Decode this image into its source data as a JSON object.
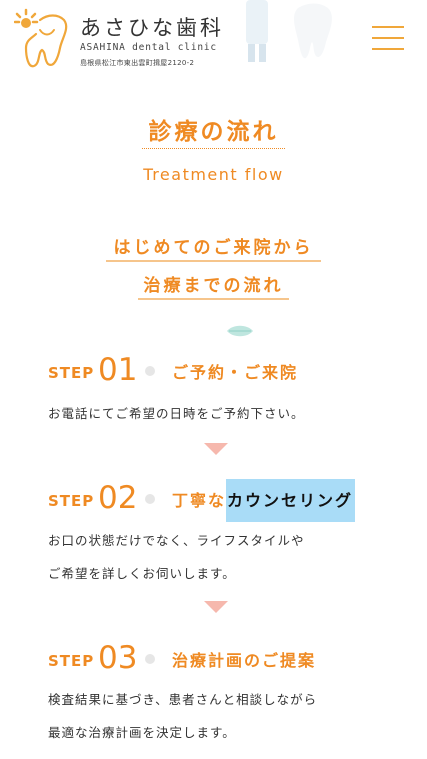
{
  "header": {
    "clinic_name": "あさひな歯科",
    "clinic_name_en": "ASAHINA dental clinic",
    "address": "島根県松江市東出雲町揖屋2120-2",
    "logo_icon": "sun-tooth-logo-icon",
    "menu_icon": "hamburger-menu-icon",
    "accent_color": "#ef8a23"
  },
  "page": {
    "title": "診療の流れ",
    "subtitle": "Treatment flow"
  },
  "flow": {
    "heading_line1": "はじめてのご来院から",
    "heading_line2": "治療までの流れ",
    "steps": [
      {
        "label": "STEP",
        "number": "01",
        "title": "ご予約・ご来院",
        "desc": [
          "お電話にてご希望の日時をご予約下さい。"
        ]
      },
      {
        "label": "STEP",
        "number": "02",
        "title_pre": "丁寧な",
        "title_sel": "カウンセリング",
        "desc": [
          "お口の状態だけでなく、ライフスタイルや",
          "ご希望を詳しくお伺いします。"
        ]
      },
      {
        "label": "STEP",
        "number": "03",
        "title": "治療計画のご提案",
        "desc": [
          "検査結果に基づき、患者さんと相談しながら",
          "最適な治療計画を決定します。"
        ]
      }
    ]
  }
}
